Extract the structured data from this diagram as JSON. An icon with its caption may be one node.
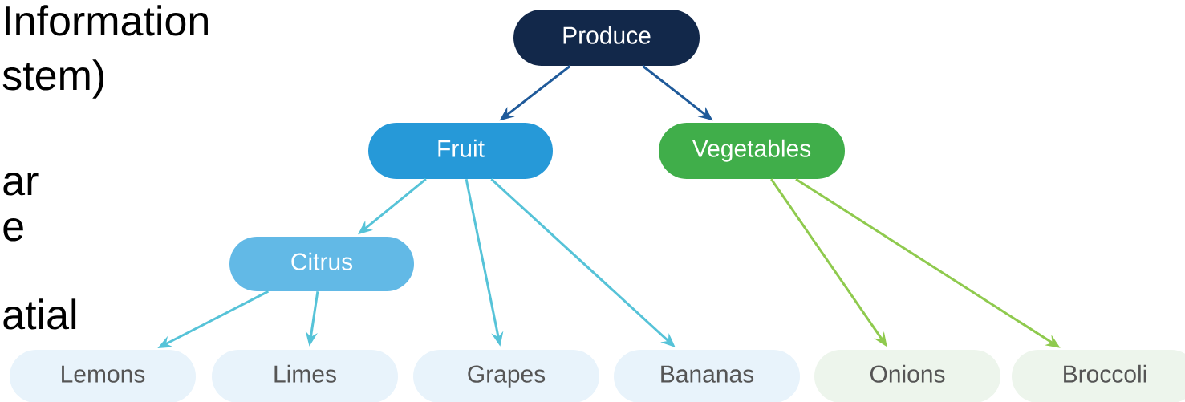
{
  "diagram": {
    "nodes": [
      {
        "text": [
          "Produce"
        ]
      },
      {
        "text": [
          "Fruit"
        ]
      },
      {
        "text": [
          "Vegetables"
        ]
      },
      {
        "text": [
          "Citrus"
        ]
      },
      {
        "text": [
          "Lemons"
        ]
      },
      {
        "text": [
          "Limes"
        ]
      },
      {
        "text": [
          "Grapes"
        ]
      },
      {
        "text": [
          "Bananas"
        ]
      },
      {
        "text": [
          "Onions"
        ]
      },
      {
        "text": [
          "Broccoli"
        ]
      }
    ],
    "edges": [
      {
        "from": 0,
        "to": 1,
        "arrow": "to",
        "color": "#1f5a9a"
      },
      {
        "from": 0,
        "to": 2,
        "arrow": "to",
        "color": "#1f5a9a"
      },
      {
        "from": 1,
        "to": 3,
        "arrow": "to"
      },
      {
        "from": 1,
        "to": 6,
        "arrow": "to"
      },
      {
        "from": 1,
        "to": 7,
        "arrow": "to"
      },
      {
        "from": 2,
        "to": 8,
        "arrow": "to",
        "color": "#8fca4e"
      },
      {
        "from": 2,
        "to": 9,
        "arrow": "to",
        "color": "#8fca4e"
      },
      {
        "from": 3,
        "to": 4,
        "arrow": "to"
      },
      {
        "from": 3,
        "to": 5,
        "arrow": "to"
      }
    ],
    "labels": [
      "Information",
      "stem)",
      "ar",
      "e",
      "atial"
    ]
  }
}
